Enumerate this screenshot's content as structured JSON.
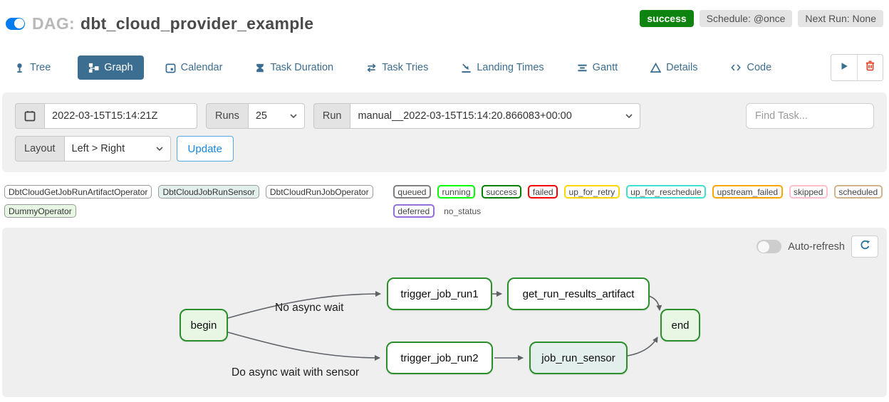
{
  "header": {
    "dag_prefix": "DAG:",
    "dag_title": "dbt_cloud_provider_example",
    "status_badge": "success",
    "schedule_badge": "Schedule: @once",
    "next_run_badge": "Next Run: None"
  },
  "tabs": [
    {
      "label": "Tree"
    },
    {
      "label": "Graph",
      "active": true
    },
    {
      "label": "Calendar"
    },
    {
      "label": "Task Duration"
    },
    {
      "label": "Task Tries"
    },
    {
      "label": "Landing Times"
    },
    {
      "label": "Gantt"
    },
    {
      "label": "Details"
    },
    {
      "label": "Code"
    }
  ],
  "filter_bar": {
    "date_value": "2022-03-15T15:14:21Z",
    "runs_label": "Runs",
    "runs_value": "25",
    "run_label": "Run",
    "run_value": "manual__2022-03-15T15:14:20.866083+00:00",
    "find_task_placeholder": "Find Task...",
    "layout_label": "Layout",
    "layout_value": "Left > Right",
    "update_label": "Update"
  },
  "legend": {
    "operators": [
      {
        "label": "DbtCloudGetJobRunArtifactOperator",
        "fill": "#ffffff"
      },
      {
        "label": "DbtCloudJobRunSensor",
        "fill": "#e3efec"
      },
      {
        "label": "DbtCloudRunJobOperator",
        "fill": "#ffffff"
      },
      {
        "label": "DummyOperator",
        "fill": "#e8f7e4"
      }
    ],
    "statuses": [
      {
        "label": "queued",
        "border": "#808080"
      },
      {
        "label": "running",
        "border": "#00ff00"
      },
      {
        "label": "success",
        "border": "#008000"
      },
      {
        "label": "failed",
        "border": "#ff0000"
      },
      {
        "label": "up_for_retry",
        "border": "#ffd700"
      },
      {
        "label": "up_for_reschedule",
        "border": "#40e0d0"
      },
      {
        "label": "upstream_failed",
        "border": "#ffa500"
      },
      {
        "label": "skipped",
        "border": "#ffc0cb"
      },
      {
        "label": "scheduled",
        "border": "#d2b48c"
      },
      {
        "label": "deferred",
        "border": "#9370db"
      },
      {
        "label": "no_status",
        "border": ""
      }
    ]
  },
  "graph": {
    "auto_refresh_label": "Auto-refresh",
    "nodes": [
      {
        "label": "begin",
        "fill": "#e8f7e4"
      },
      {
        "label": "trigger_job_run1",
        "fill": "#ffffff"
      },
      {
        "label": "get_run_results_artifact",
        "fill": "#ffffff"
      },
      {
        "label": "trigger_job_run2",
        "fill": "#ffffff"
      },
      {
        "label": "job_run_sensor",
        "fill": "#e3efec"
      },
      {
        "label": "end",
        "fill": "#e8f7e4"
      }
    ],
    "edge_labels": [
      {
        "text": "No async wait"
      },
      {
        "text": "Do async wait with sensor"
      }
    ]
  },
  "colors": {
    "accent_blue": "#017cee",
    "active_tab_blue": "#3c6e91",
    "success_green": "#0f830f",
    "node_border_green": "#2a8f2a",
    "update_blue": "#1787e0"
  }
}
